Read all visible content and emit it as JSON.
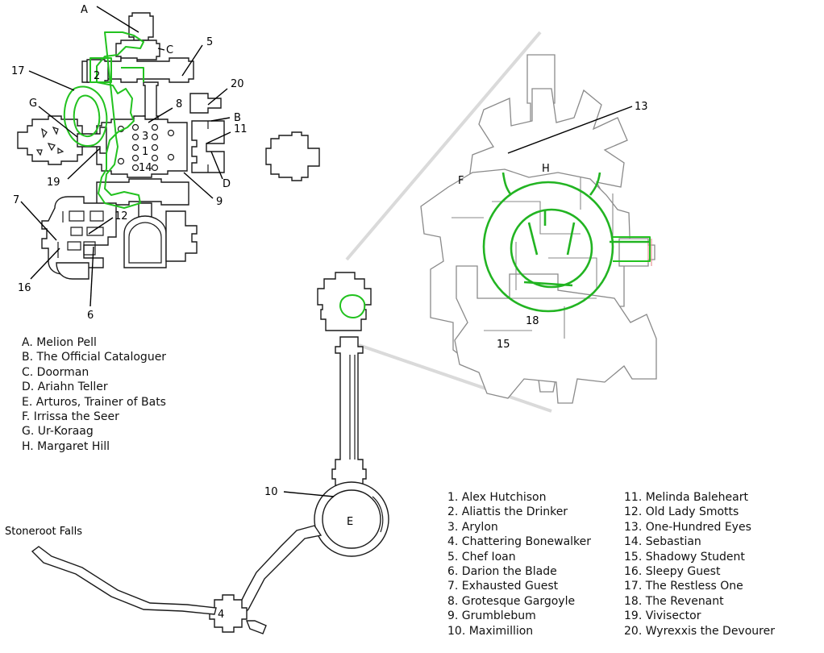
{
  "map_labels": {
    "A": "A",
    "B": "B",
    "C": "C",
    "D": "D",
    "E": "E",
    "F": "F",
    "G": "G",
    "H": "H",
    "n1": "1",
    "n2": "2",
    "n3": "3",
    "n4": "4",
    "n5": "5",
    "n6": "6",
    "n7": "7",
    "n8": "8",
    "n9": "9",
    "n10": "10",
    "n11": "11",
    "n12": "12",
    "n13": "13",
    "n14": "14",
    "n15": "15",
    "n16": "16",
    "n17": "17",
    "n18": "18",
    "n19": "19",
    "n20": "20",
    "stoneroot": "Stoneroot Falls"
  },
  "legend_letters": [
    "A. Melion Pell",
    "B. The Official Cataloguer",
    "C. Doorman",
    "D. Ariahn Teller",
    "E. Arturos, Trainer of Bats",
    "F. Irrissa the Seer",
    "G. Ur-Koraag",
    "H. Margaret Hill"
  ],
  "legend_numbers_a": [
    "1. Alex Hutchison",
    "2. Aliattis the Drinker",
    "3. Arylon",
    "4. Chattering Bonewalker",
    "5. Chef Ioan",
    "6. Darion the Blade",
    "7. Exhausted Guest",
    "8. Grotesque Gargoyle",
    "9. Grumblebum",
    "10. Maximillion"
  ],
  "legend_numbers_b": [
    "11. Melinda Baleheart",
    "12. Old Lady Smotts",
    "13. One-Hundred Eyes",
    "14. Sebastian",
    "15. Shadowy Student",
    "16. Sleepy Guest",
    "17. The Restless One",
    "18. The Revenant",
    "19. Vivisector",
    "20. Wyrexxis the Devourer"
  ],
  "colors": {
    "walls": "#1a1a1a",
    "zoomed_walls": "#8a8a8a",
    "route": "#22c21f",
    "zoom_guide": "#dadada"
  }
}
